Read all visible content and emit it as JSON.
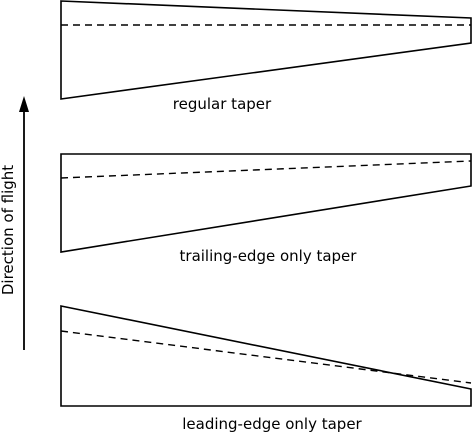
{
  "diagram": {
    "wings": [
      {
        "id": "regular",
        "caption": "regular taper"
      },
      {
        "id": "trailing",
        "caption": "trailing-edge only taper"
      },
      {
        "id": "leading",
        "caption": "leading-edge only taper"
      }
    ],
    "direction_label": "Direction of flight",
    "colors": {
      "line": "#000000",
      "background": "#ffffff"
    }
  }
}
